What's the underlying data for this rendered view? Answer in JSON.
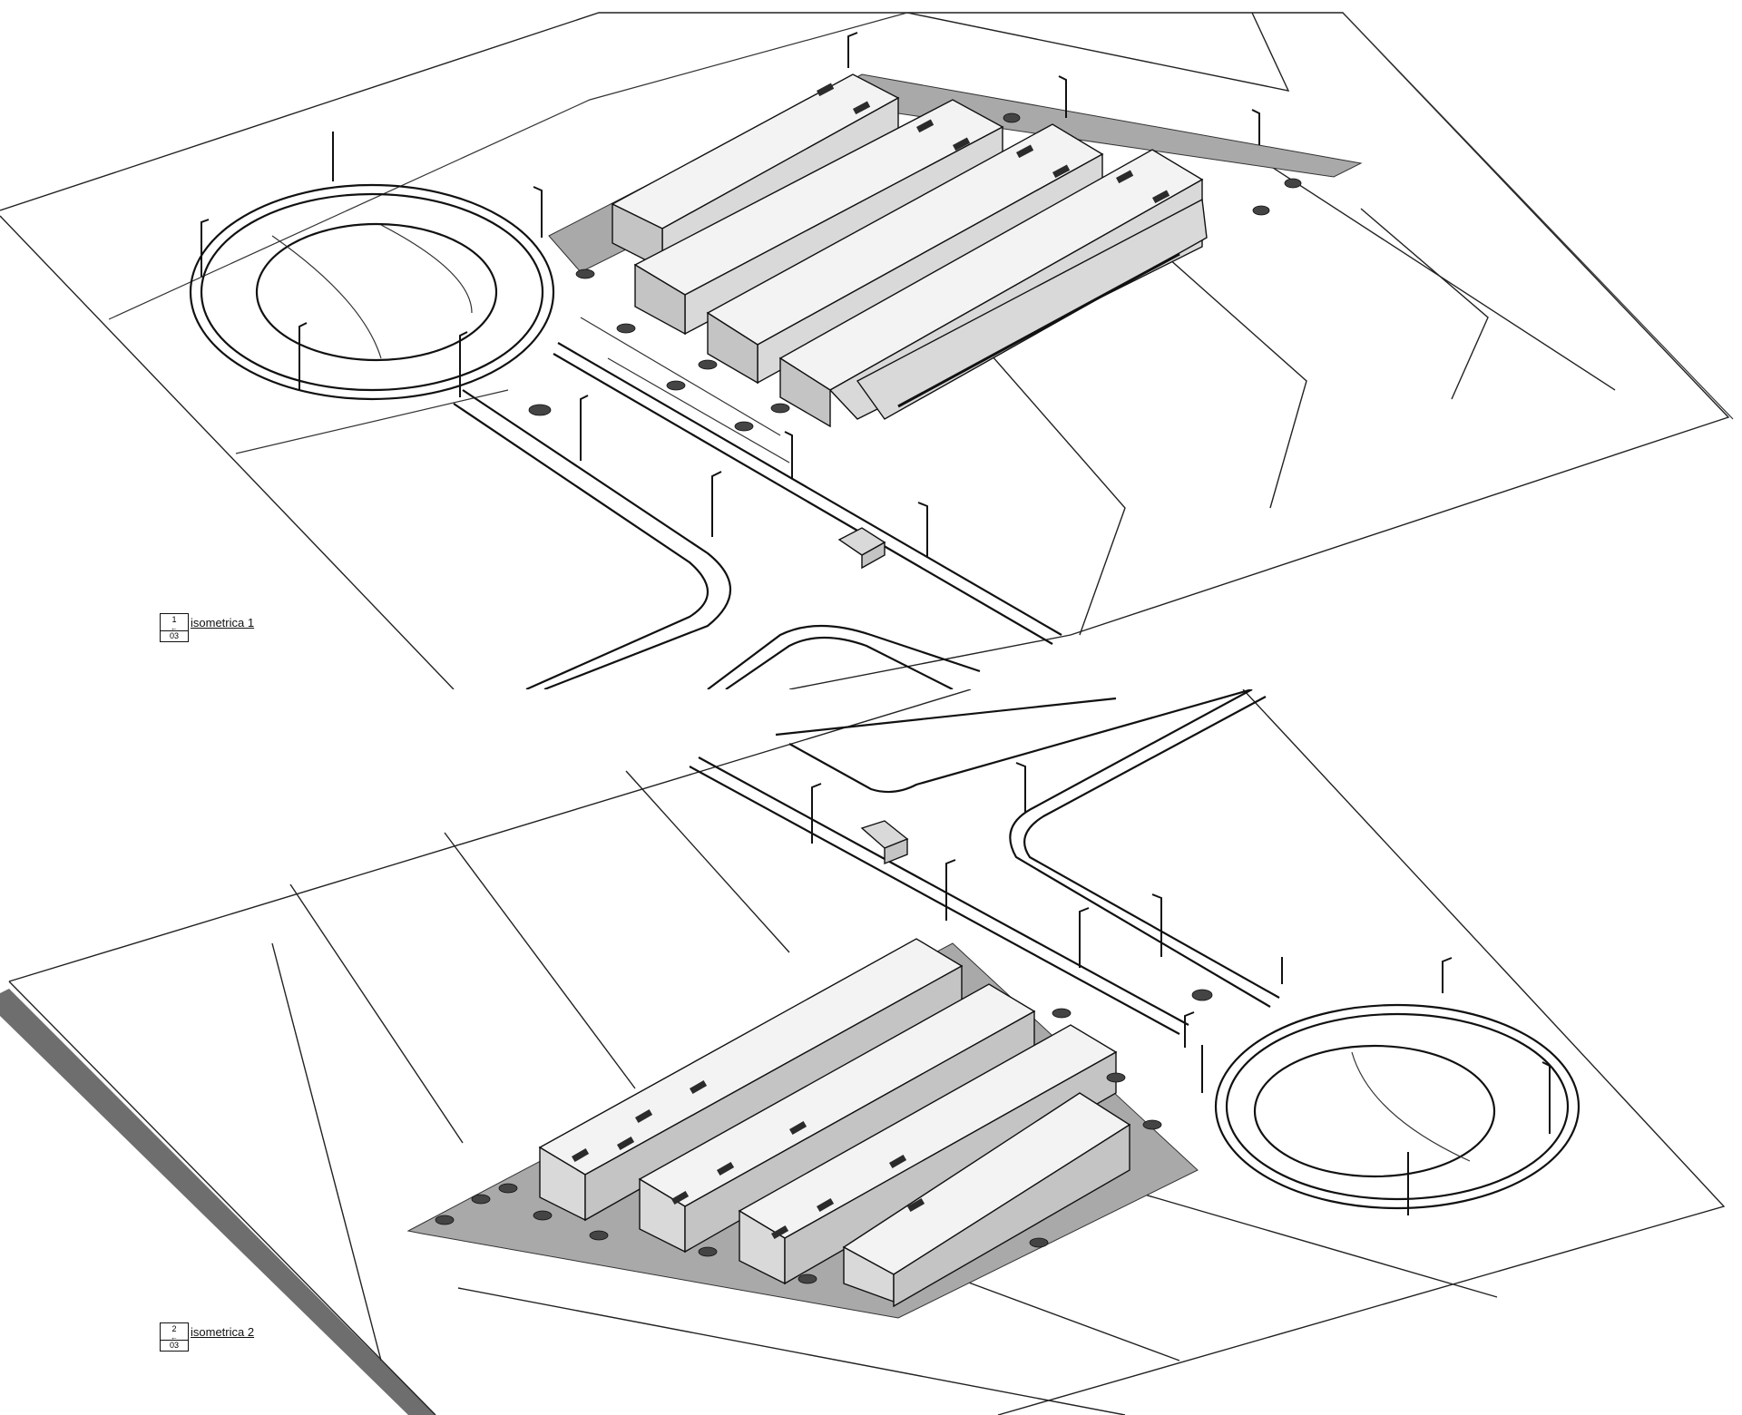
{
  "views": [
    {
      "number": "1",
      "sheet": "03",
      "label": "isometrica 1"
    },
    {
      "number": "2",
      "sheet": "03",
      "label": "isometrica 2"
    }
  ],
  "colors": {
    "line": "#111111",
    "roof": "#f3f3f3",
    "wall": "#d9d9d9",
    "paving": "#a9a9a9",
    "shadow": "#6e6e6e"
  }
}
